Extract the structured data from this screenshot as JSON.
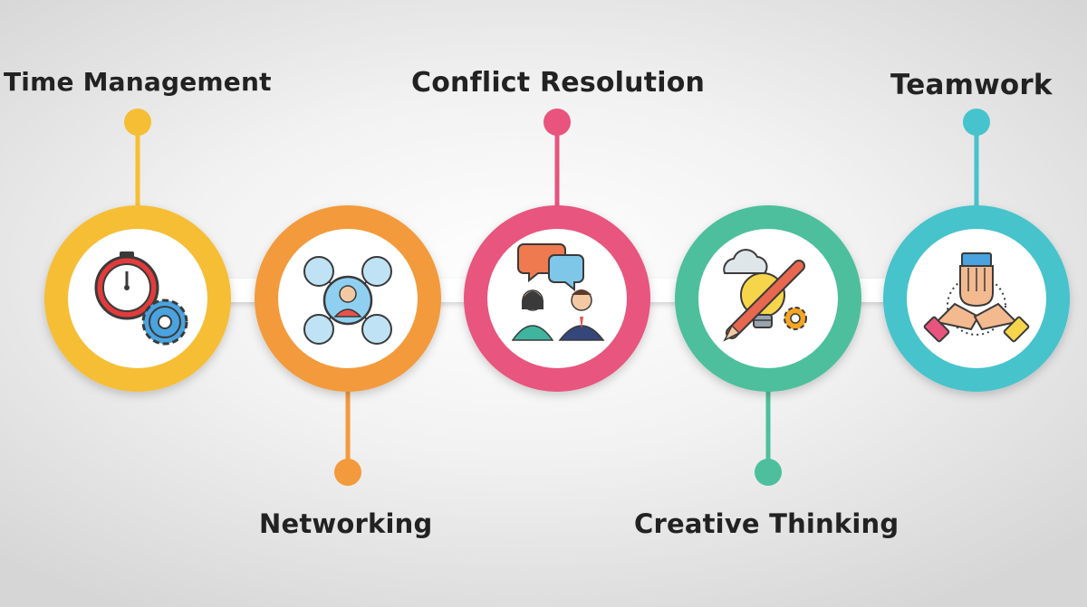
{
  "steps": [
    {
      "label": "Time Management",
      "icon": "stopwatch-gear-icon",
      "color": "#f6be35",
      "stem": "top"
    },
    {
      "label": "Networking",
      "icon": "network-people-icon",
      "color": "#f39a3c",
      "stem": "bottom"
    },
    {
      "label": "Conflict Resolution",
      "icon": "conflict-people-speech-icon",
      "color": "#e8547e",
      "stem": "top"
    },
    {
      "label": "Creative Thinking",
      "icon": "lightbulb-pencil-icon",
      "color": "#4dbf9c",
      "stem": "bottom"
    },
    {
      "label": "Teamwork",
      "icon": "stacked-hands-icon",
      "color": "#46c3cc",
      "stem": "top"
    }
  ]
}
